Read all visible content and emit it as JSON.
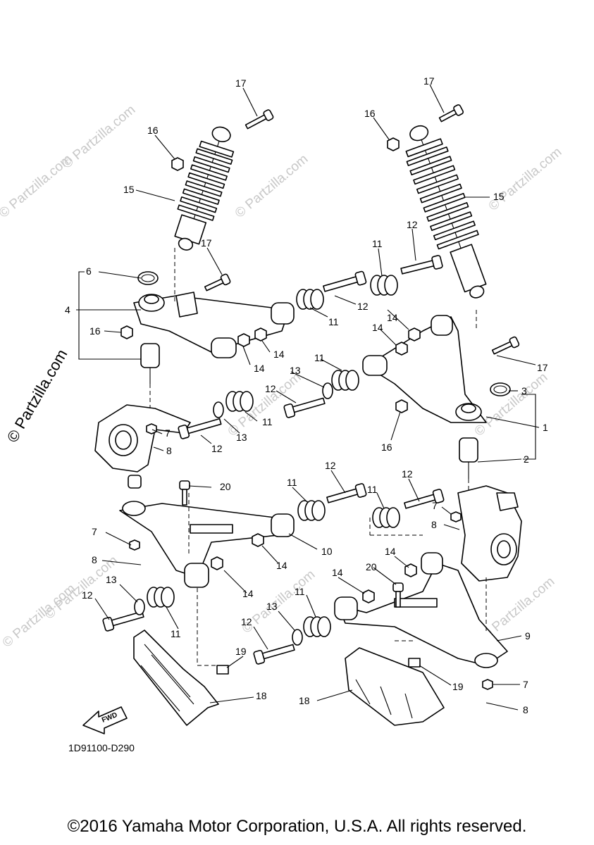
{
  "diagram": {
    "callouts": [
      "1",
      "2",
      "3",
      "4",
      "6",
      "7",
      "8",
      "9",
      "10",
      "11",
      "12",
      "13",
      "14",
      "15",
      "16",
      "17",
      "18",
      "19",
      "20"
    ],
    "diagram_code": "1D91100-D290",
    "fwd_label": "FWD",
    "watermark": "© Partzilla.com",
    "side_watermark": "© Partzilla.com"
  },
  "footer": {
    "copyright": "©2016 Yamaha Motor Corporation, U.S.A. All rights reserved."
  }
}
